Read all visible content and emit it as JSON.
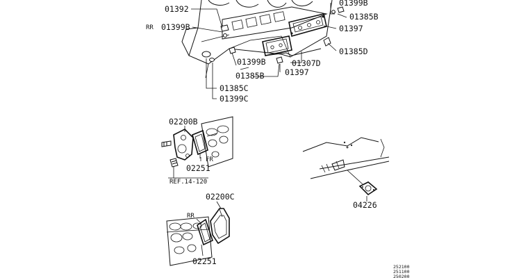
{
  "labels": {
    "p01392": "01392",
    "rr_top": "RR",
    "p01399b_a": "01399B",
    "p01399b_b": "01399B",
    "p01385b_a": "01385B",
    "p01397_a": "01397",
    "p01385d": "01385D",
    "p01399b_c": "01399B",
    "p01307d": "01307D",
    "p01385b_b": "01385B",
    "p01397_b": "01397",
    "p01385c": "01385C",
    "p01399c": "01399C",
    "p02200b": "02200B",
    "fr": "FR",
    "p02251_a": "02251",
    "ref": "REF.14-120",
    "p04226": "04226",
    "p02200c": "02200C",
    "rr_bottom": "RR",
    "p02251_b": "02251"
  },
  "corner_codes": [
    "252100",
    "251100",
    "250200"
  ]
}
